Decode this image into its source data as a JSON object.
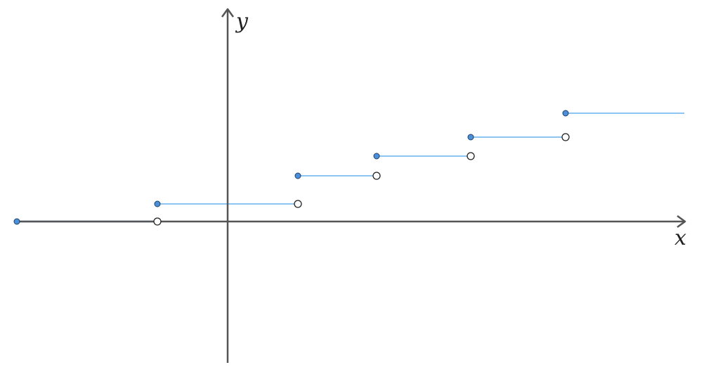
{
  "chart_data": {
    "type": "line",
    "title": "",
    "xlabel": "x",
    "ylabel": "y",
    "grid": false,
    "xlim": [
      -3,
      6.5
    ],
    "ylim": [
      -2,
      3
    ],
    "segments": [
      {
        "x0": -3,
        "x1": -1,
        "y": 0,
        "start": "closed",
        "end": "open"
      },
      {
        "x0": -1,
        "x1": 1,
        "y": 0.25,
        "start": "closed",
        "end": "open"
      },
      {
        "x0": 1,
        "x1": 2.12,
        "y": 0.65,
        "start": "closed",
        "end": "open"
      },
      {
        "x0": 2.12,
        "x1": 3.46,
        "y": 0.93,
        "start": "closed",
        "end": "open"
      },
      {
        "x0": 3.46,
        "x1": 4.81,
        "y": 1.2,
        "start": "closed",
        "end": "open"
      },
      {
        "x0": 4.81,
        "x1": 6.5,
        "y": 1.54,
        "start": "closed",
        "end": "none"
      }
    ]
  },
  "colors": {
    "axis": "#555555",
    "step_line": "#8cc4f2",
    "step_line_base": "#4a86c8",
    "filled_point": "#4a90d9",
    "point_stroke": "#1f3f66",
    "open_point_fill": "#ffffff"
  }
}
